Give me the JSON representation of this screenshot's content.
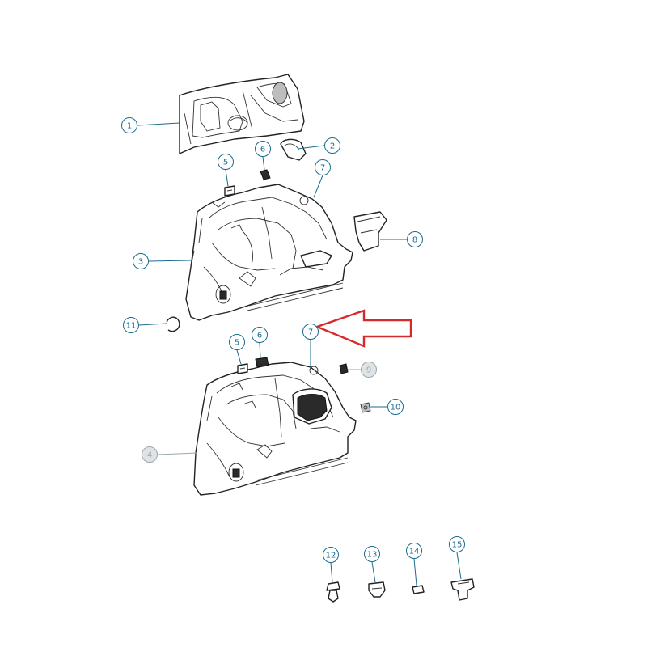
{
  "colors": {
    "callout_active": "#1b6b8f",
    "callout_muted": "#9aa7ad",
    "callout_muted_fill": "#dfe3e5",
    "arrow": "#d62a2a",
    "line": "#222222"
  },
  "callouts": [
    {
      "id": "c1",
      "number": "1",
      "state": "active"
    },
    {
      "id": "c2",
      "number": "2",
      "state": "active"
    },
    {
      "id": "c3",
      "number": "3",
      "state": "active"
    },
    {
      "id": "c4",
      "number": "4",
      "state": "muted"
    },
    {
      "id": "c5a",
      "number": "5",
      "state": "active"
    },
    {
      "id": "c5b",
      "number": "5",
      "state": "active"
    },
    {
      "id": "c6a",
      "number": "6",
      "state": "active"
    },
    {
      "id": "c6b",
      "number": "6",
      "state": "active"
    },
    {
      "id": "c7a",
      "number": "7",
      "state": "active"
    },
    {
      "id": "c7b",
      "number": "7",
      "state": "active"
    },
    {
      "id": "c8",
      "number": "8",
      "state": "active"
    },
    {
      "id": "c9",
      "number": "9",
      "state": "muted"
    },
    {
      "id": "c10",
      "number": "10",
      "state": "active"
    },
    {
      "id": "c11",
      "number": "11",
      "state": "active"
    },
    {
      "id": "c12",
      "number": "12",
      "state": "active"
    },
    {
      "id": "c13",
      "number": "13",
      "state": "active"
    },
    {
      "id": "c14",
      "number": "14",
      "state": "active"
    },
    {
      "id": "c15",
      "number": "15",
      "state": "active"
    }
  ],
  "highlight": {
    "points_to": "7",
    "arrow_icon": "arrow-left-outline-icon"
  }
}
